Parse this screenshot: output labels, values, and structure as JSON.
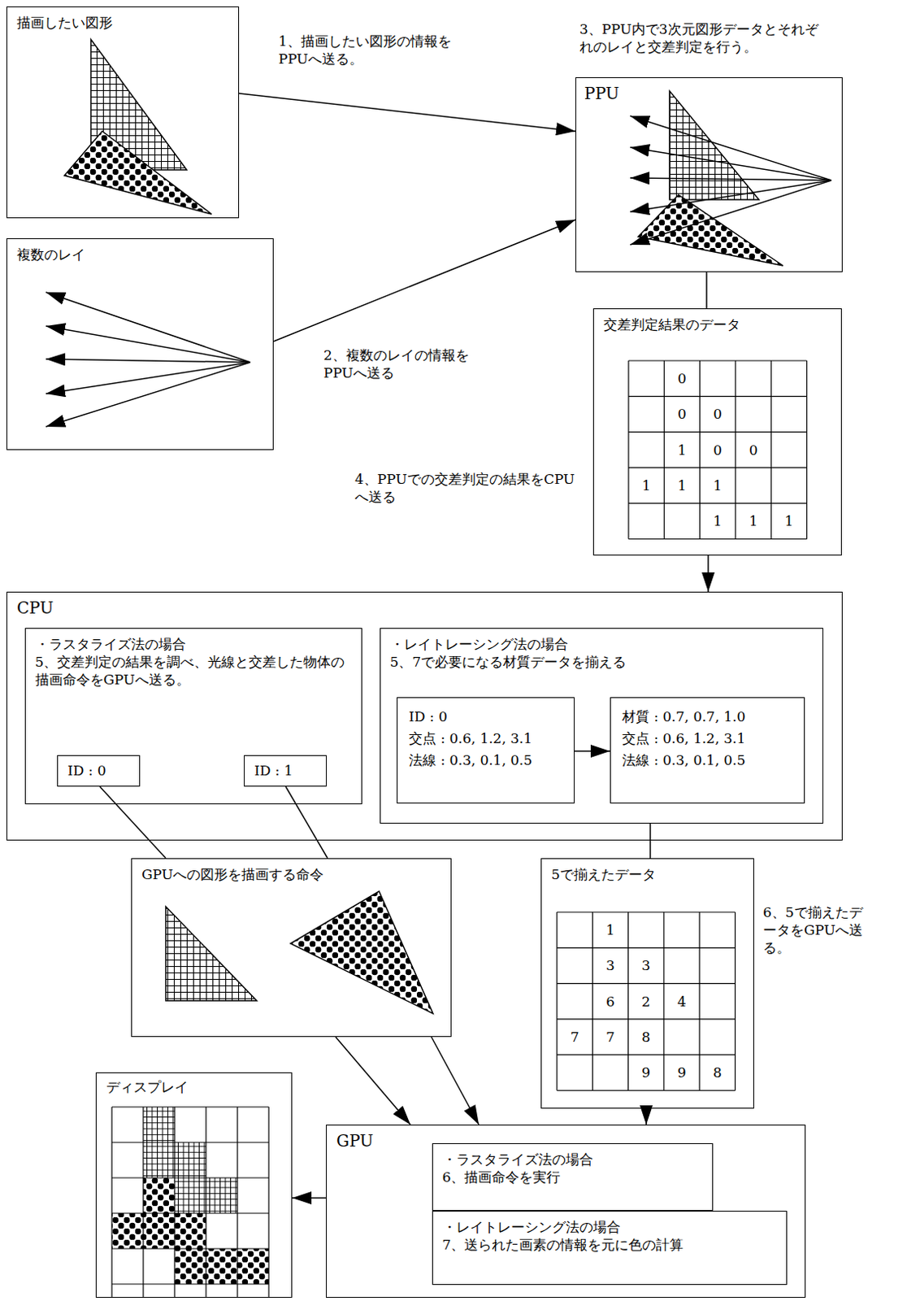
{
  "diagram": {
    "nodes": [
      {
        "text": [
          "描画したい図形"
        ]
      },
      {
        "text": [
          "複数のレイ"
        ]
      },
      {
        "text": [
          "3、PPU内で3次元図形データとそれぞれのレイと交差判定を行う。",
          "PPU"
        ]
      },
      {
        "text": [
          "交差判定結果のデータ"
        ]
      },
      {
        "text": [
          "CPU"
        ]
      },
      {
        "text": [
          "・ラスタライズ法の場合",
          "5、交差判定の結果を調べ、光線と交差した物体の描画命令をGPUへ送る。"
        ],
        "in": 4
      },
      {
        "text": [
          "ID : 0"
        ],
        "in": 5
      },
      {
        "text": [
          "ID : 1"
        ],
        "in": 5
      },
      {
        "text": [
          "・レイトレーシング法の場合",
          "5、7で必要になる材質データを揃える"
        ],
        "in": 4
      },
      {
        "text": [
          "ID : 0",
          "交点 : 0.6, 1.2, 3.1",
          "法線 : 0.3, 0.1, 0.5"
        ],
        "in": 8
      },
      {
        "text": [
          "材質 : 0.7, 0.7, 1.0",
          "交点 : 0.6, 1.2, 3.1",
          "法線 : 0.3, 0.1, 0.5"
        ],
        "in": 8
      },
      {
        "text": [
          "GPUへの図形を描画する命令"
        ]
      },
      {
        "text": [
          "5で揃えたデータ"
        ]
      },
      {
        "text": [
          "ディスプレイ"
        ]
      },
      {
        "text": [
          "GPU"
        ]
      },
      {
        "text": [
          "・ラスタライズ法の場合",
          "6、描画命令を実行"
        ],
        "in": 14
      },
      {
        "text": [
          "・レイトレーシング法の場合",
          "7、送られた画素の情報を元に色の計算"
        ],
        "in": 14
      }
    ],
    "edges": [
      {
        "from": 0,
        "to": 2,
        "arrow": "to",
        "label": "1、描画したい図形の情報をPPUへ送る。"
      },
      {
        "from": 1,
        "to": 2,
        "arrow": "to",
        "label": "2、複数のレイの情報をPPUへ送る"
      },
      {
        "from": 2,
        "to": 3,
        "arrow": "none"
      },
      {
        "from": 3,
        "to": 4,
        "arrow": "to"
      },
      {
        "from": 9,
        "to": 10,
        "arrow": "to"
      },
      {
        "from": 6,
        "to": 11,
        "arrow": "none"
      },
      {
        "from": 7,
        "to": 11,
        "arrow": "none"
      },
      {
        "from": 8,
        "to": 12,
        "arrow": "none"
      },
      {
        "from": 11,
        "to": 14,
        "arrow": "to"
      },
      {
        "from": 11,
        "to": 14,
        "arrow": "to"
      },
      {
        "from": 12,
        "to": 14,
        "arrow": "to"
      },
      {
        "from": 14,
        "to": 13,
        "arrow": "to"
      }
    ],
    "labels": [
      "0",
      "0",
      "0",
      "1",
      "0",
      "0",
      "1",
      "1",
      "1",
      "1",
      "1",
      "1",
      "4、PPUでの交差判定の結果をCPUへ送る",
      "1",
      "3",
      "3",
      "6",
      "2",
      "4",
      "7",
      "7",
      "8",
      "9",
      "9",
      "8",
      "6、5で揃えたデータをGPUへ送る。"
    ]
  }
}
